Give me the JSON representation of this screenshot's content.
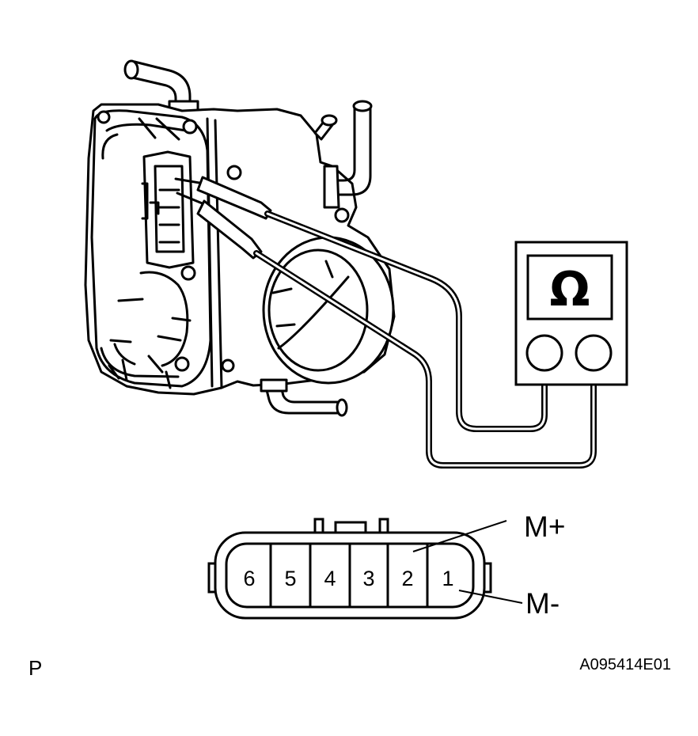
{
  "meter": {
    "symbol": "Ω",
    "symbol_icon": "ohmmeter-icon"
  },
  "connector": {
    "pins": [
      "6",
      "5",
      "4",
      "3",
      "2",
      "1"
    ],
    "terminals": [
      {
        "label": "M+",
        "pin": "2"
      },
      {
        "label": "M-",
        "pin": "1"
      }
    ]
  },
  "corner_label": "P",
  "figure_code": "A095414E01",
  "colors": {
    "ink": "#000000",
    "paper": "#ffffff"
  }
}
